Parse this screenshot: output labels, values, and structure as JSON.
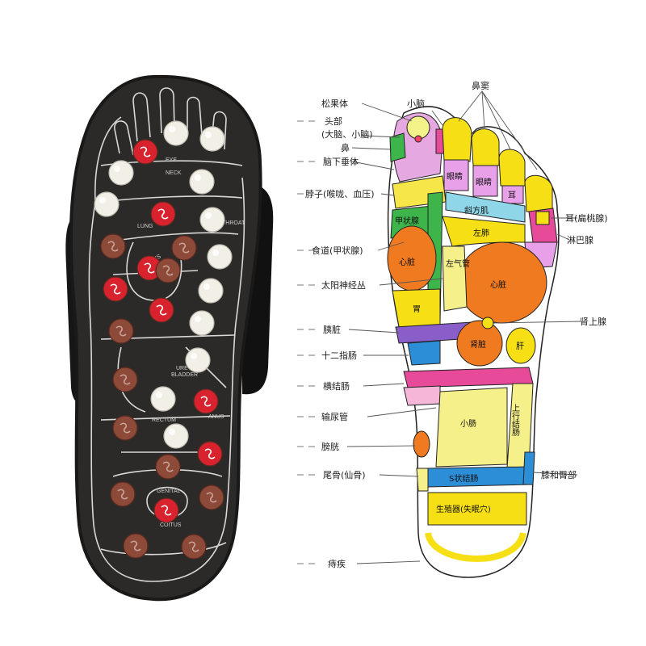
{
  "slipper": {
    "zone_labels": [
      "EYE",
      "NECK",
      "LUNG",
      "THROAT",
      "KIDNEYS",
      "URETER",
      "BLADDER",
      "RECTUM",
      "ANUS",
      "GENITAL",
      "COITUS"
    ]
  },
  "chart": {
    "left_labels": [
      "松果体",
      "头部",
      "(大脑、小脑)",
      "鼻",
      "脑下垂体",
      "脖子(喉咙、血压)",
      "食道(甲状腺)",
      "太阳神经丛",
      "胰脏",
      "十二指肠",
      "横结肠",
      "输尿管",
      "膀胱",
      "尾骨(仙骨)",
      "痔疾"
    ],
    "top_labels": [
      "小脑",
      "鼻窦"
    ],
    "right_labels": [
      "耳(扁桃腺)",
      "淋巴腺",
      "肾上腺",
      "膝和臀部"
    ],
    "inner_labels": {
      "eye1": "眼睛",
      "eye2": "眼睛",
      "ear": "耳",
      "trapezius": "斜方肌",
      "thyroid": "甲状腺",
      "lung": "左肺",
      "heart": "心脏",
      "bronchus": "左气管",
      "spleen": "心脏",
      "stomach": "胃",
      "kidney": "肾脏",
      "liver": "肝",
      "small_intestine": "小肠",
      "desc_colon": "上行结肠",
      "sigmoid": "S状结肠",
      "reproductive": "生殖器(失眠穴)"
    }
  }
}
